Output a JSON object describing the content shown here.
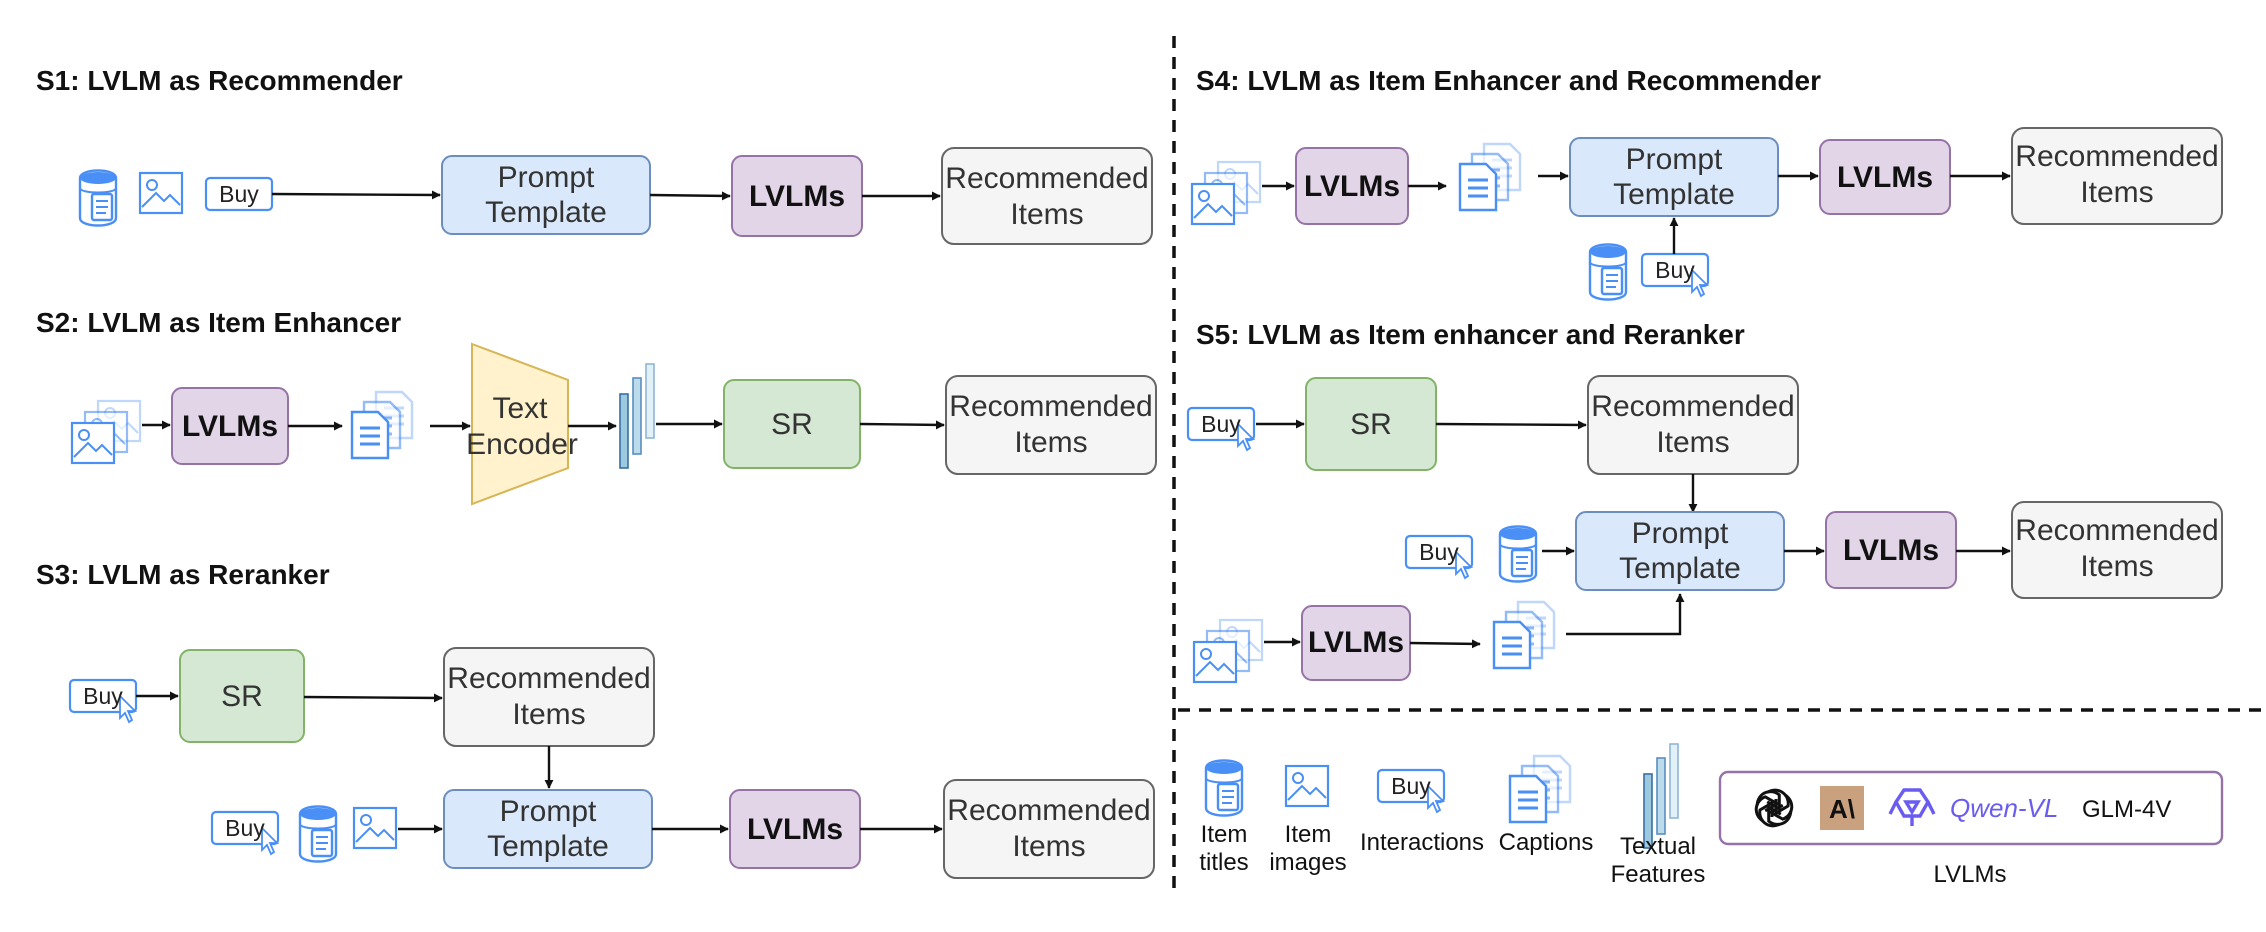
{
  "colors": {
    "prompt_fill": "#dae8fc",
    "prompt_stroke": "#6c8ebf",
    "lvlm_fill": "#e1d5e7",
    "lvlm_stroke": "#9673a6",
    "sr_fill": "#d5e8d4",
    "sr_stroke": "#82b366",
    "rec_fill": "#f5f5f5",
    "rec_stroke": "#666666",
    "encoder_fill": "#fff2cc",
    "encoder_stroke": "#d6b656",
    "icon_blue": "#4a8ff5"
  },
  "sections": {
    "s1": "S1: LVLM as Recommender",
    "s2": "S2: LVLM as Item Enhancer",
    "s3": "S3: LVLM as Reranker",
    "s4": "S4: LVLM as Item Enhancer and Recommender",
    "s5": "S5: LVLM as  Item enhancer and Reranker"
  },
  "labels": {
    "prompt_l1": "Prompt",
    "prompt_l2": "Template",
    "lvlms": "LVLMs",
    "rec_l1": "Recommended",
    "rec_l2": "Items",
    "sr": "SR",
    "encoder_l1": "Text",
    "encoder_l2": "Encoder",
    "buy": "Buy"
  },
  "legend": {
    "titles_l1": "Item",
    "titles_l2": "titles",
    "images_l1": "Item",
    "images_l2": "images",
    "interactions": "Interactions",
    "captions": "Captions",
    "features_l1": "Textual",
    "features_l2": "Features",
    "model_qwen": "Qwen-VL",
    "model_glm": "GLM-4V",
    "lvlms_caption": "LVLMs",
    "anthropic_mark": "A\\",
    "anthropic_fill": "#c9a17e"
  }
}
